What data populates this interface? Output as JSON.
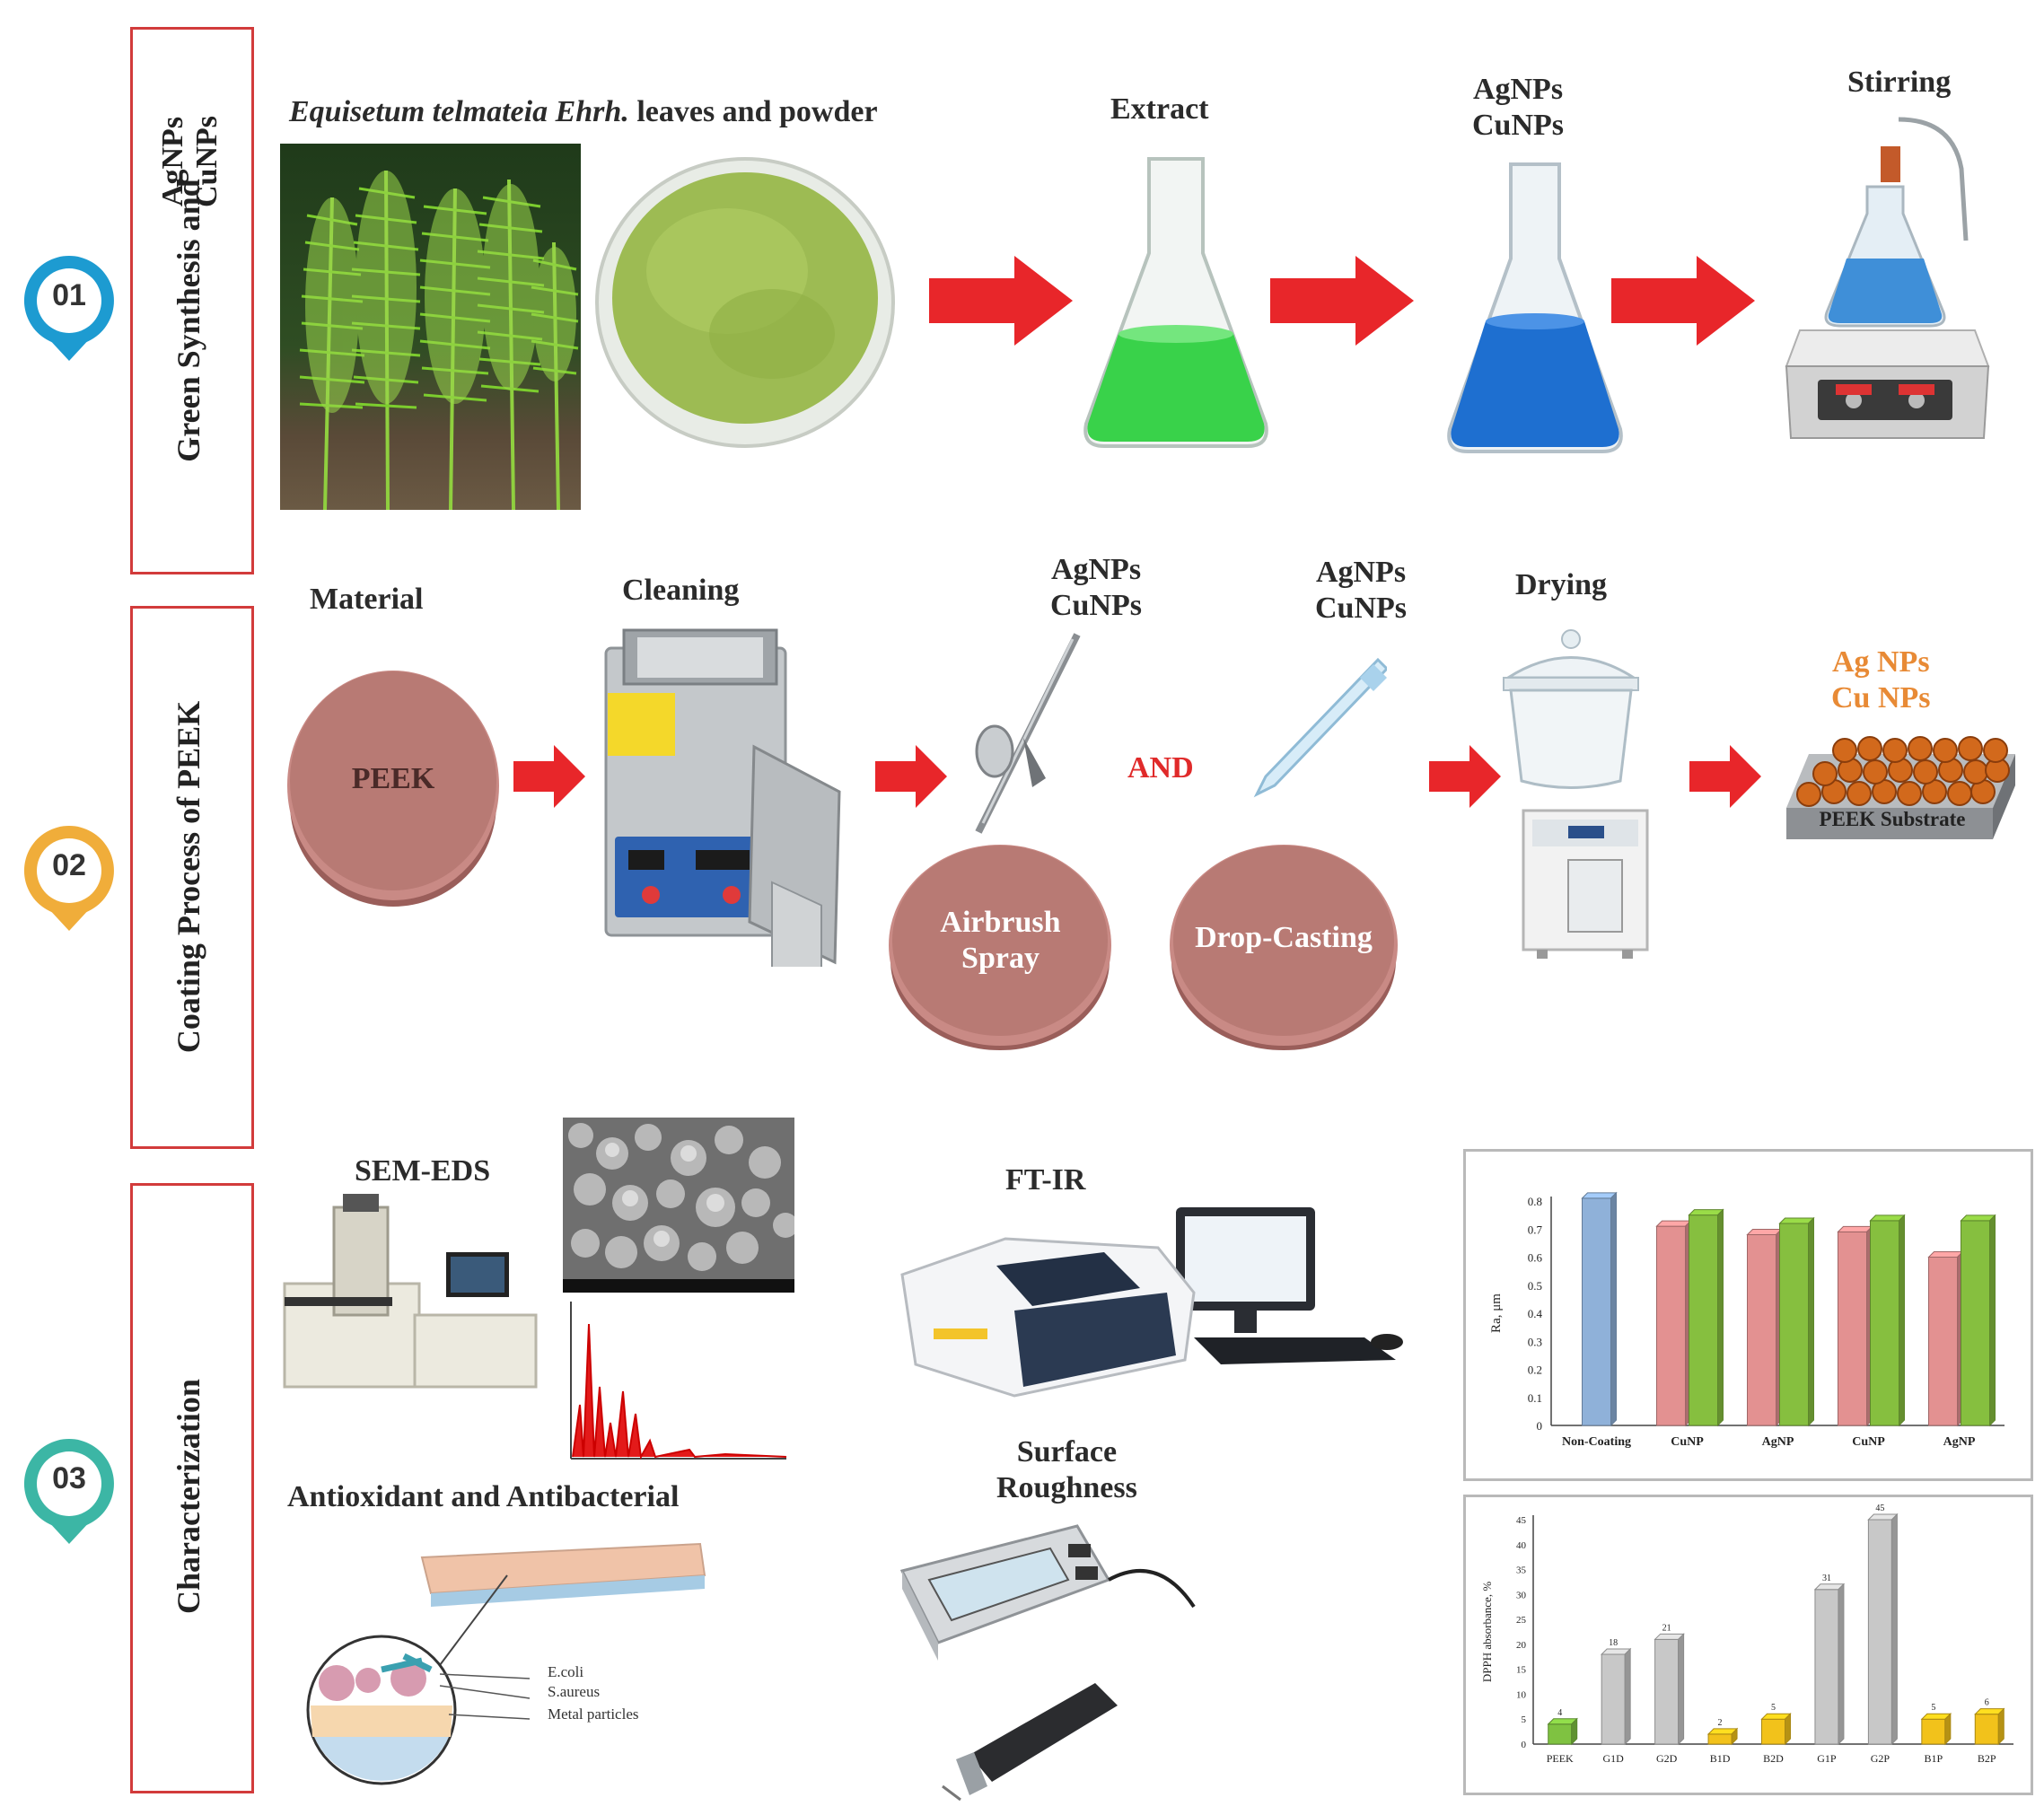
{
  "sections": [
    {
      "number": "01",
      "title": "Green Synthesis and",
      "title2": "AgNPs CuNPs",
      "color": "#1d9bd1"
    },
    {
      "number": "02",
      "title": "Coating Process of PEEK",
      "color": "#f0ad3a"
    },
    {
      "number": "03",
      "title": "Characterization",
      "color": "#3cb6a5"
    }
  ],
  "row1": {
    "plant_label_italic": "Equisetum telmateia Ehrh.",
    "plant_label_rest": " leaves and powder",
    "extract": "Extract",
    "np_line1": "AgNPs",
    "np_line2": "CuNPs",
    "stirring": "Stirring"
  },
  "row2": {
    "material": "Material",
    "peek": "PEEK",
    "cleaning": "Cleaning",
    "np1_line1": "AgNPs",
    "np1_line2": "CuNPs",
    "and": "AND",
    "np2_line1": "AgNPs",
    "np2_line2": "CuNPs",
    "drying": "Drying",
    "airbrush1": "Airbrush",
    "airbrush2": "Spray",
    "dropcasting": "Drop-Casting",
    "product1": "Ag NPs",
    "product2": "Cu NPs",
    "substrate": "PEEK Substrate"
  },
  "row3": {
    "semeds": "SEM-EDS",
    "ftir": "FT-IR",
    "surface1": "Surface",
    "surface2": "Roughness",
    "antiox": "Antioxidant and Antibacterial",
    "ecoli": "E.coli",
    "saureus": "S.aureus",
    "metal": "Metal particles"
  },
  "chart_data": [
    {
      "type": "bar",
      "ylabel": "Ra, μm",
      "ylim": [
        0,
        0.8
      ],
      "yticks": [
        "0",
        "0.1",
        "0.2",
        "0.3",
        "0.4",
        "0.5",
        "0.6",
        "0.7",
        "0.8"
      ],
      "categories": [
        "Non-Coating",
        "CuNP",
        "AgNP",
        "CuNP",
        "AgNP"
      ],
      "bars": [
        {
          "cat": 0,
          "value": 0.81,
          "color": "#8fb1d9"
        },
        {
          "cat": 1,
          "value": 0.71,
          "color": "#e39191"
        },
        {
          "cat": 1,
          "value": 0.75,
          "color": "#86bf3f"
        },
        {
          "cat": 2,
          "value": 0.68,
          "color": "#e39191"
        },
        {
          "cat": 2,
          "value": 0.72,
          "color": "#86bf3f"
        },
        {
          "cat": 3,
          "value": 0.69,
          "color": "#e39191"
        },
        {
          "cat": 3,
          "value": 0.73,
          "color": "#86bf3f"
        },
        {
          "cat": 4,
          "value": 0.6,
          "color": "#e39191"
        },
        {
          "cat": 4,
          "value": 0.73,
          "color": "#86bf3f"
        }
      ]
    },
    {
      "type": "bar",
      "ylabel": "DPPH absorbance, %",
      "ylim": [
        0,
        45
      ],
      "yticks": [
        "0",
        "5",
        "10",
        "15",
        "20",
        "25",
        "30",
        "35",
        "40",
        "45"
      ],
      "categories": [
        "PEEK",
        "G1D",
        "G2D",
        "B1D",
        "B2D",
        "G1P",
        "G2P",
        "B1P",
        "B2P"
      ],
      "values": [
        4,
        18,
        21,
        2,
        5,
        31,
        45,
        5,
        6
      ],
      "colors": [
        "#7fc241",
        "#c8c8c8",
        "#c8c8c8",
        "#f2c21b",
        "#f2c21b",
        "#c8c8c8",
        "#c8c8c8",
        "#f2c21b",
        "#f2c21b"
      ],
      "labels": [
        "4",
        "18",
        "21",
        "2",
        "5",
        "31",
        "45",
        "5",
        "6"
      ]
    }
  ]
}
